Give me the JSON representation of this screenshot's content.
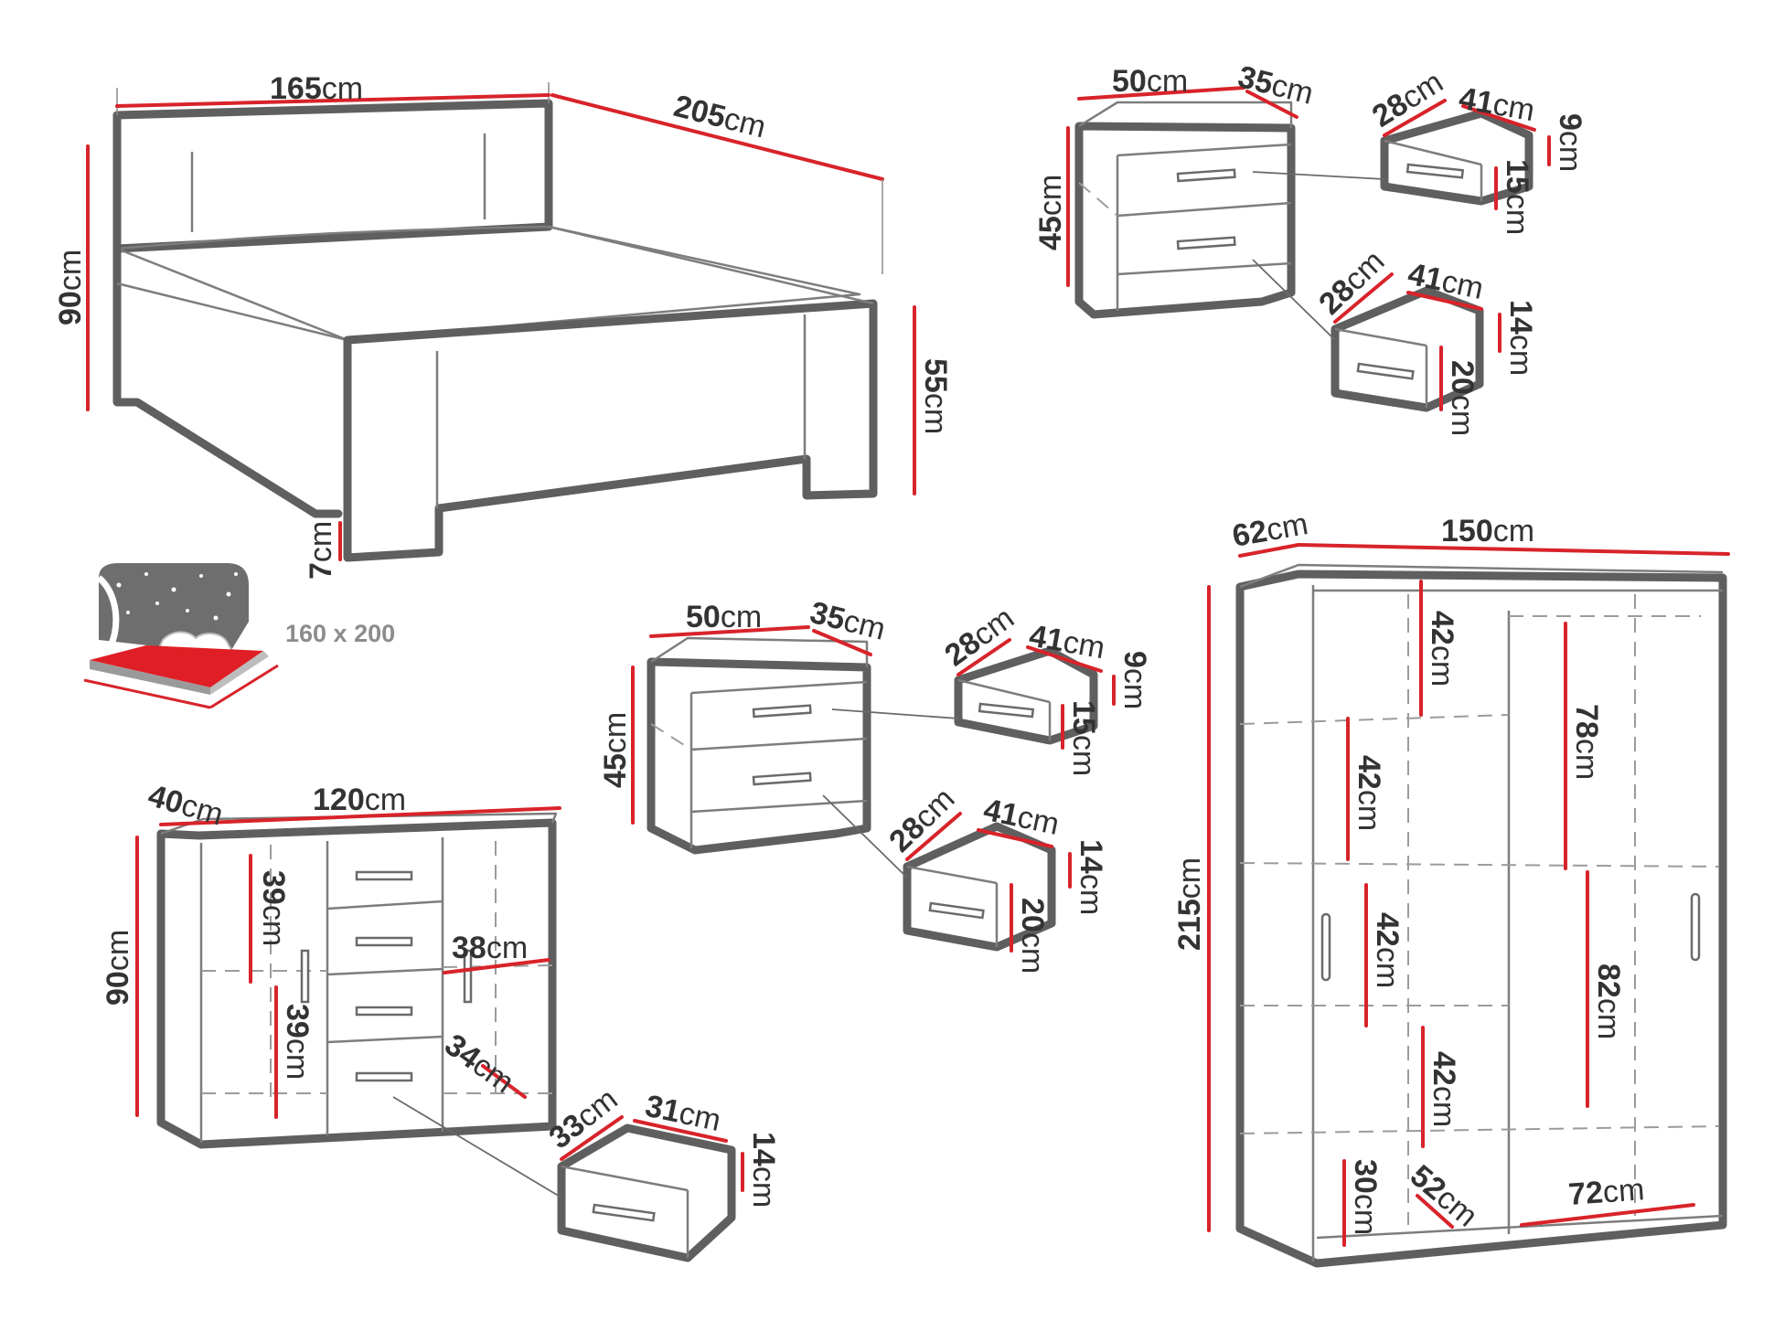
{
  "colors": {
    "dimension_line": "#d8232a",
    "outline": "#5f5f5f",
    "label_text": "#333333",
    "mattress_red": "#e01e25",
    "sky_gray": "#6e6e6e"
  },
  "unit": "cm",
  "bed": {
    "width": "165",
    "length": "205",
    "headboard_height": "90",
    "footboard_height": "55",
    "leg_height": "7",
    "mattress_size": "160 x 200"
  },
  "nightstand_top": {
    "width": "50",
    "depth": "35",
    "height": "45",
    "drawer_upper": {
      "depth": "28",
      "width": "41",
      "height_outer": "9",
      "height_front": "15"
    },
    "drawer_lower": {
      "depth": "28",
      "width": "41",
      "height_outer": "14",
      "height_front": "20"
    }
  },
  "nightstand_middle": {
    "width": "50",
    "depth": "35",
    "height": "45",
    "drawer_upper": {
      "depth": "28",
      "width": "41",
      "height_outer": "9",
      "height_front": "15"
    },
    "drawer_lower": {
      "depth": "28",
      "width": "41",
      "height_outer": "14",
      "height_front": "20"
    }
  },
  "chest": {
    "depth": "40",
    "width": "120",
    "height": "90",
    "shelf_upper": "39",
    "shelf_lower": "39",
    "side_depth": "38",
    "drawer_inner_depth": "34",
    "drawer": {
      "depth": "33",
      "width": "31",
      "height": "14"
    }
  },
  "wardrobe": {
    "depth": "62",
    "width": "150",
    "height": "215",
    "left_top_shelf": "42",
    "left_mid_upper": "42",
    "left_mid_lower": "42",
    "left_bottom_upper": "42",
    "left_bottom": "30",
    "right_hanging_upper": "78",
    "right_hanging_lower": "82",
    "inner_depth": "52",
    "inner_width": "72"
  }
}
